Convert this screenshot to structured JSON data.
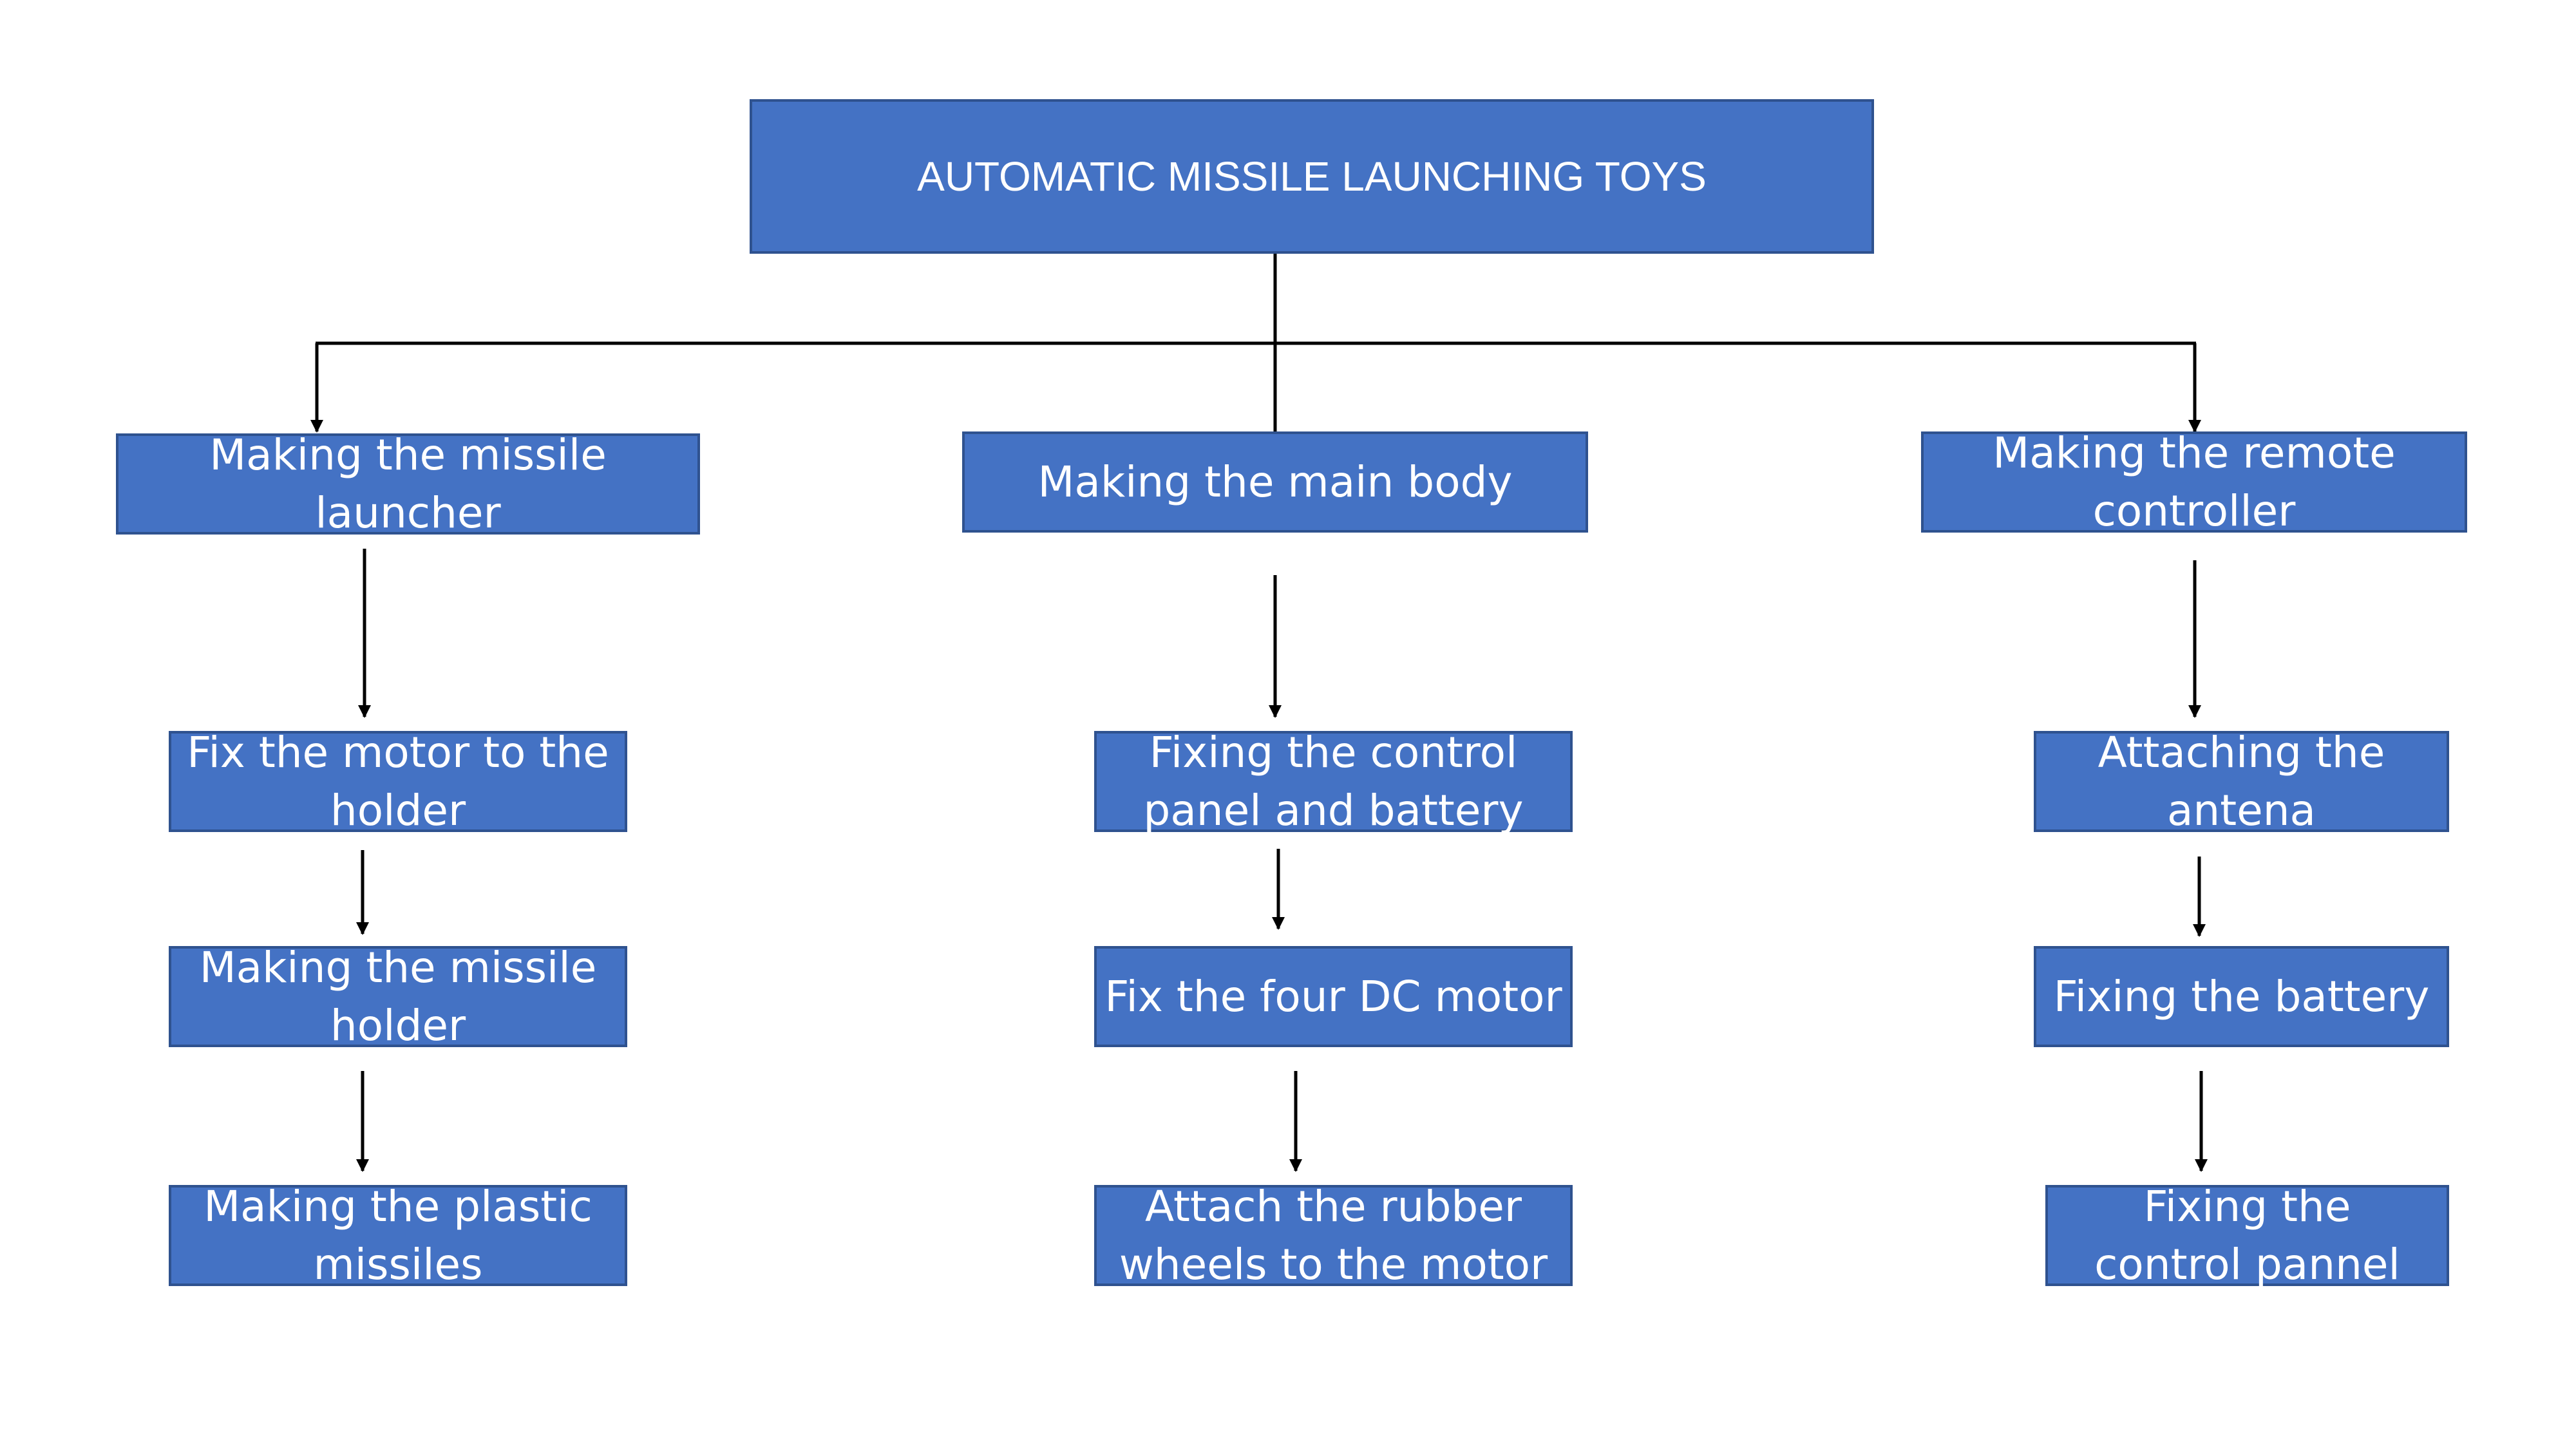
{
  "diagram": {
    "title": "AUTOMATIC MISSILE LAUNCHING TOYS",
    "branches": [
      {
        "label": "Making the missile launcher",
        "steps": [
          "Fix the motor to the holder",
          "Making the missile holder",
          "Making the plastic missiles"
        ]
      },
      {
        "label": "Making the main body",
        "steps": [
          "Fixing the control panel and battery",
          "Fix the four DC motor",
          "Attach the rubber wheels to the motor"
        ]
      },
      {
        "label": "Making the remote controller",
        "steps": [
          "Attaching the antena",
          "Fixing the battery",
          "Fixing the control pannel"
        ]
      }
    ],
    "colors": {
      "box_fill": "#4472c4",
      "box_border": "#2f528f",
      "box_text": "#ffffff",
      "connector": "#000000"
    }
  }
}
